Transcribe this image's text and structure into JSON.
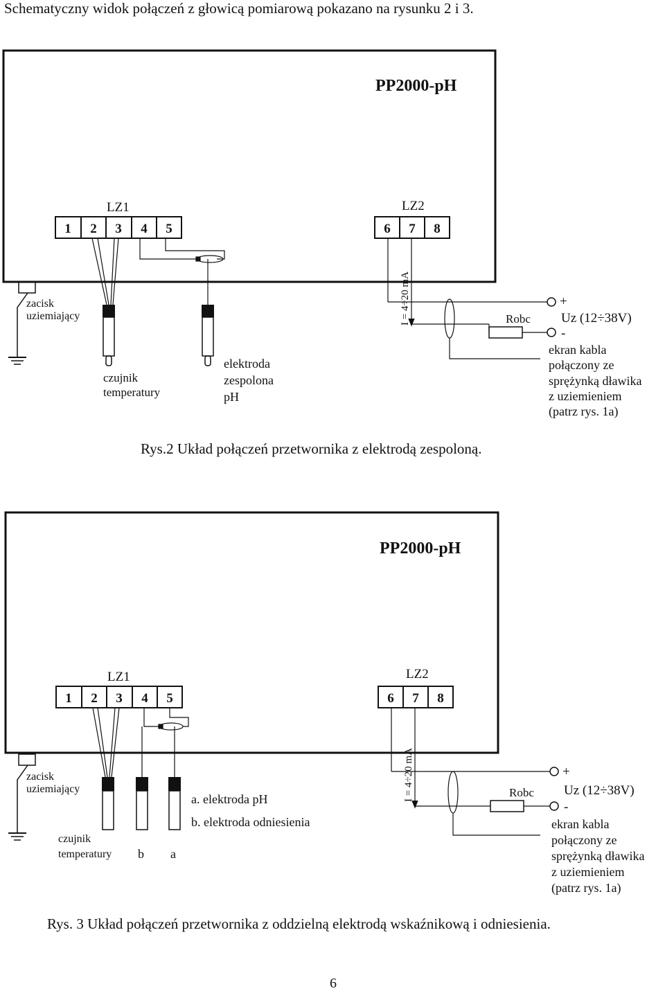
{
  "intro_text": "Schematyczny widok połączeń z głowicą pomiarową pokazano na rysunku 2 i 3.",
  "page_number": "6",
  "figures": [
    {
      "device_title": "PP2000-pH",
      "lz1_label": "LZ1",
      "lz1_terminals": [
        "1",
        "2",
        "3",
        "4",
        "5"
      ],
      "lz2_label": "LZ2",
      "lz2_terminals": [
        "6",
        "7",
        "8"
      ],
      "current_label": "I = 4÷20 mA",
      "resistor_label": "Robc",
      "plus": "+",
      "minus": "-",
      "supply_label": "Uz (12÷38V)",
      "ground_clamp": [
        "zacisk",
        "uziemiający"
      ],
      "temp_sensor": [
        "czujnik",
        "temperatury"
      ],
      "electrode_text": [
        "elektroda",
        "zespolona",
        "pH"
      ],
      "shield_text": [
        "ekran kabla",
        "połączony ze",
        "sprężynką dławika",
        "z uziemieniem",
        "(patrz rys. 1a)"
      ],
      "caption": "Rys.2  Układ połączeń przetwornika z elektrodą zespoloną."
    },
    {
      "device_title": "PP2000-pH",
      "lz1_label": "LZ1",
      "lz1_terminals": [
        "1",
        "2",
        "3",
        "4",
        "5"
      ],
      "lz2_label": "LZ2",
      "lz2_terminals": [
        "6",
        "7",
        "8"
      ],
      "current_label": "I = 4÷20 mA",
      "resistor_label": "Robc",
      "plus": "+",
      "minus": "-",
      "supply_label": "Uz (12÷38V)",
      "ground_clamp": [
        "zacisk",
        "uziemiający"
      ],
      "temp_sensor": [
        "czujnik",
        "temperatury"
      ],
      "probe_b": "b",
      "probe_a": "a",
      "legend_a": "a. elektroda pH",
      "legend_b": "b. elektroda odniesienia",
      "shield_text": [
        "ekran kabla",
        "połączony ze",
        "sprężynką dławika",
        "z uziemieniem",
        "(patrz rys. 1a)"
      ],
      "caption": "Rys. 3  Układ połączeń przetwornika z oddzielną elektrodą wskaźnikową i odniesienia."
    }
  ]
}
